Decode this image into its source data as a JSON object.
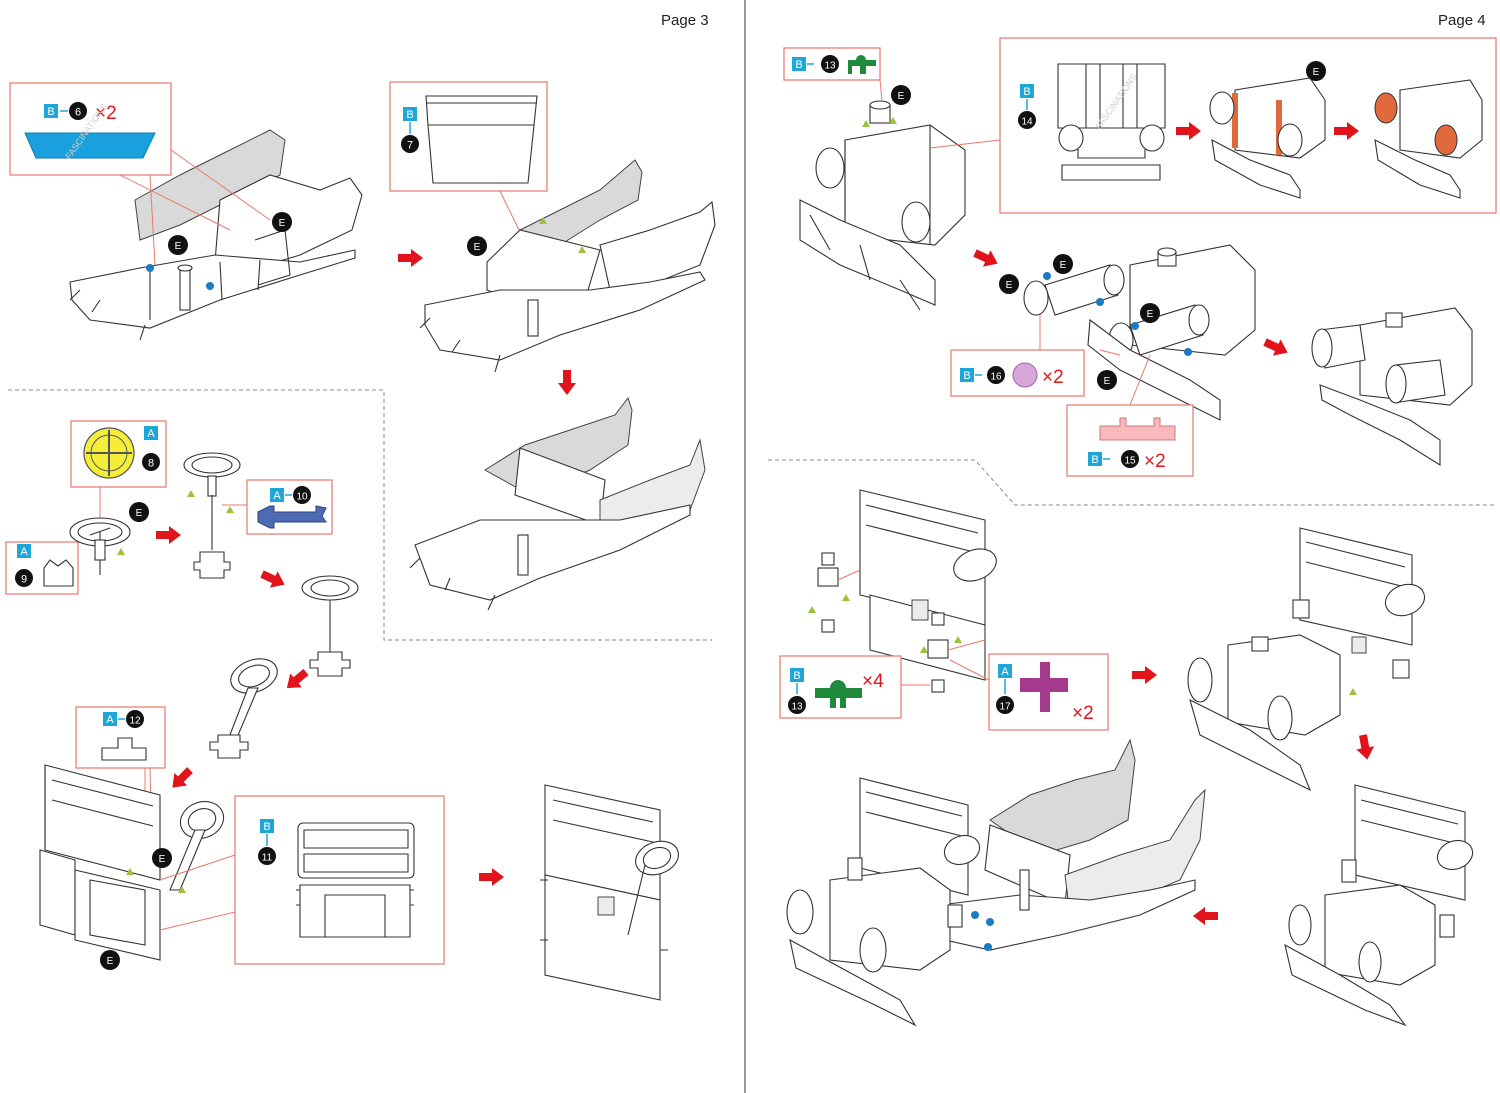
{
  "pages": {
    "left": "Page 3",
    "right": "Page 4"
  },
  "sheet_letters": {
    "a": "A",
    "b": "B",
    "e": "E"
  },
  "multipliers": {
    "x2": "×2",
    "x4": "×4"
  },
  "steps": {
    "s6": "6",
    "s7": "7",
    "s8": "8",
    "s9": "9",
    "s10": "10",
    "s11": "11",
    "s12": "12",
    "s13": "13",
    "s14": "14",
    "s15": "15",
    "s16": "16",
    "s17": "17"
  },
  "colors": {
    "accent_red": "#e2141b",
    "box_line": "#e8796a",
    "sheet_cyan": "#1fa6d9",
    "part6": "#1aa0dc",
    "part8": "#f4ee3a",
    "part10": "#4d6bb3",
    "part13": "#1f8a3b",
    "part14": "#e06a3c",
    "part15": "#f7b9bb",
    "part16": "#d6a7d8",
    "part17": "#a33a8e",
    "marker_green": "#9ac23c",
    "marker_blue": "#1b7bc1"
  },
  "watermark": "FASCINATIONS"
}
